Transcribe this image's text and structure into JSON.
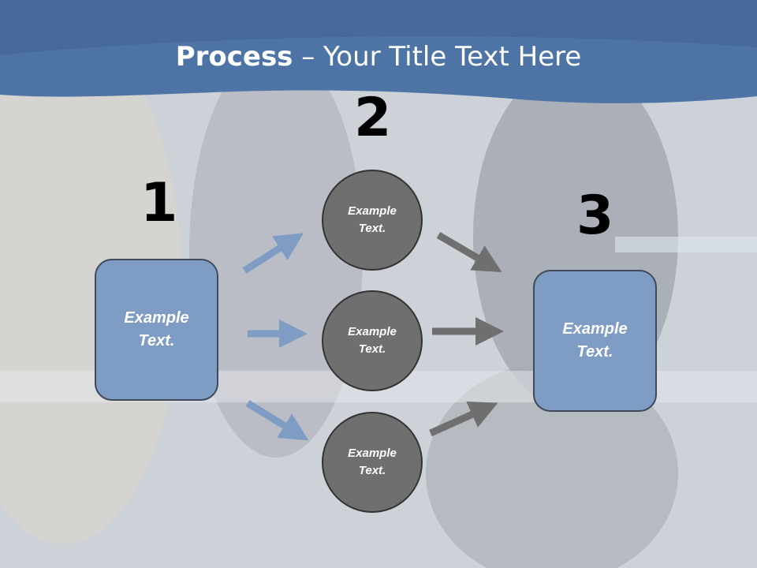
{
  "title": {
    "bold": "Process",
    "rest": " – Your Title Text Here"
  },
  "numbers": [
    "1",
    "2",
    "3"
  ],
  "left_box": {
    "text": "Example\nText."
  },
  "right_box": {
    "text": "Example\nText."
  },
  "circles": [
    {
      "text": "Example\nText."
    },
    {
      "text": "Example\nText."
    },
    {
      "text": "Example\nText."
    }
  ],
  "colors": {
    "header": "#4e74a6",
    "box_fill": "#7f9cc4",
    "circle_fill": "#6f6f70",
    "arrow_blue": "#7f9cc4",
    "arrow_gray": "#6f6f70"
  }
}
